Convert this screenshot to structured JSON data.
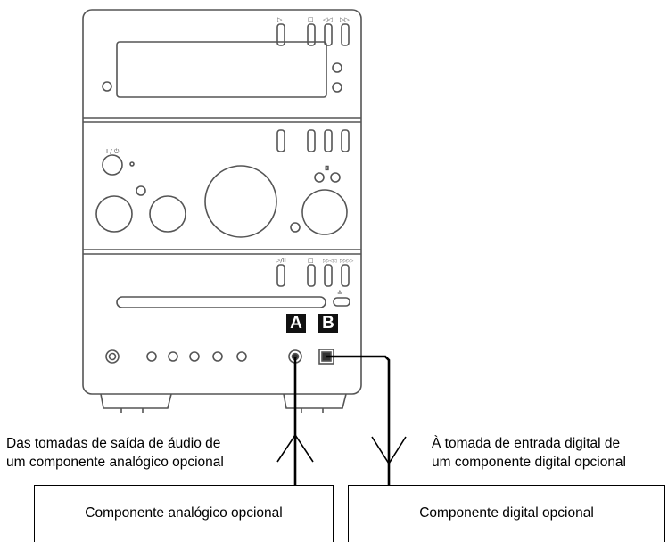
{
  "labels": {
    "jack_a": "A",
    "jack_b": "B",
    "symbol_power": "I / ⏻",
    "symbol_play": "▷",
    "symbol_stop": "□",
    "symbol_prev": "◁◁",
    "symbol_next": "▷▷",
    "symbol_play_pause": "▷/II",
    "symbol_rew": "▷▷◁◁",
    "symbol_ff": "▷▷▷▷",
    "symbol_eject": "≙",
    "symbol_tape": "◘"
  },
  "captions": {
    "left_line1": "Das tomadas de saída de áudio de",
    "left_line2": "um componente analógico opcional",
    "right_line1": "À tomada de entrada digital de",
    "right_line2": "um componente digital opcional"
  },
  "boxes": {
    "analog": "Componente analógico opcional",
    "digital": "Componente digital opcional"
  },
  "colors": {
    "line": "#000000",
    "stroke": "#555555",
    "panel": "#ffffff"
  }
}
